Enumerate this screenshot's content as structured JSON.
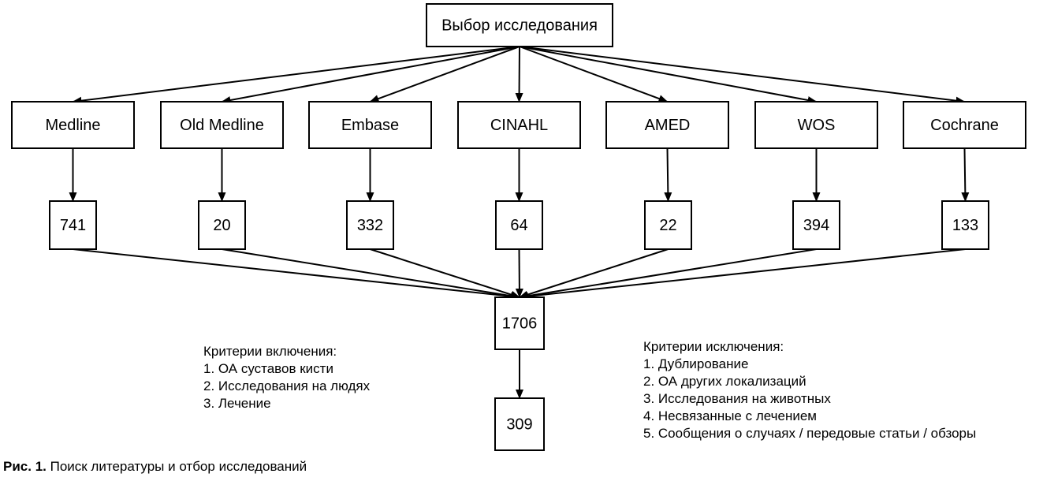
{
  "top": {
    "label": "Выбор исследования"
  },
  "databases": [
    {
      "name": "Medline",
      "count": "741"
    },
    {
      "name": "Old Medline",
      "count": "20"
    },
    {
      "name": "Embase",
      "count": "332"
    },
    {
      "name": "CINAHL",
      "count": "64"
    },
    {
      "name": "AMED",
      "count": "22"
    },
    {
      "name": "WOS",
      "count": "394"
    },
    {
      "name": "Cochrane",
      "count": "133"
    }
  ],
  "total": {
    "label": "1706"
  },
  "final": {
    "label": "309"
  },
  "inclusion": {
    "title": "Критерии включения:",
    "items": [
      "1. ОА суставов кисти",
      "2. Исследования на людях",
      "3. Лечение"
    ]
  },
  "exclusion": {
    "title": "Критерии исключения:",
    "items": [
      "1. Дублирование",
      "2. ОА других локализаций",
      "3. Исследования на животных",
      "4. Несвязанные с лечением",
      "5. Сообщения о случаях / передовые статьи / обзоры"
    ]
  },
  "caption": {
    "prefix": "Рис. 1.",
    "text": " Поиск литературы и отбор исследований"
  },
  "colors": {
    "line": "#000000",
    "background": "#ffffff"
  }
}
